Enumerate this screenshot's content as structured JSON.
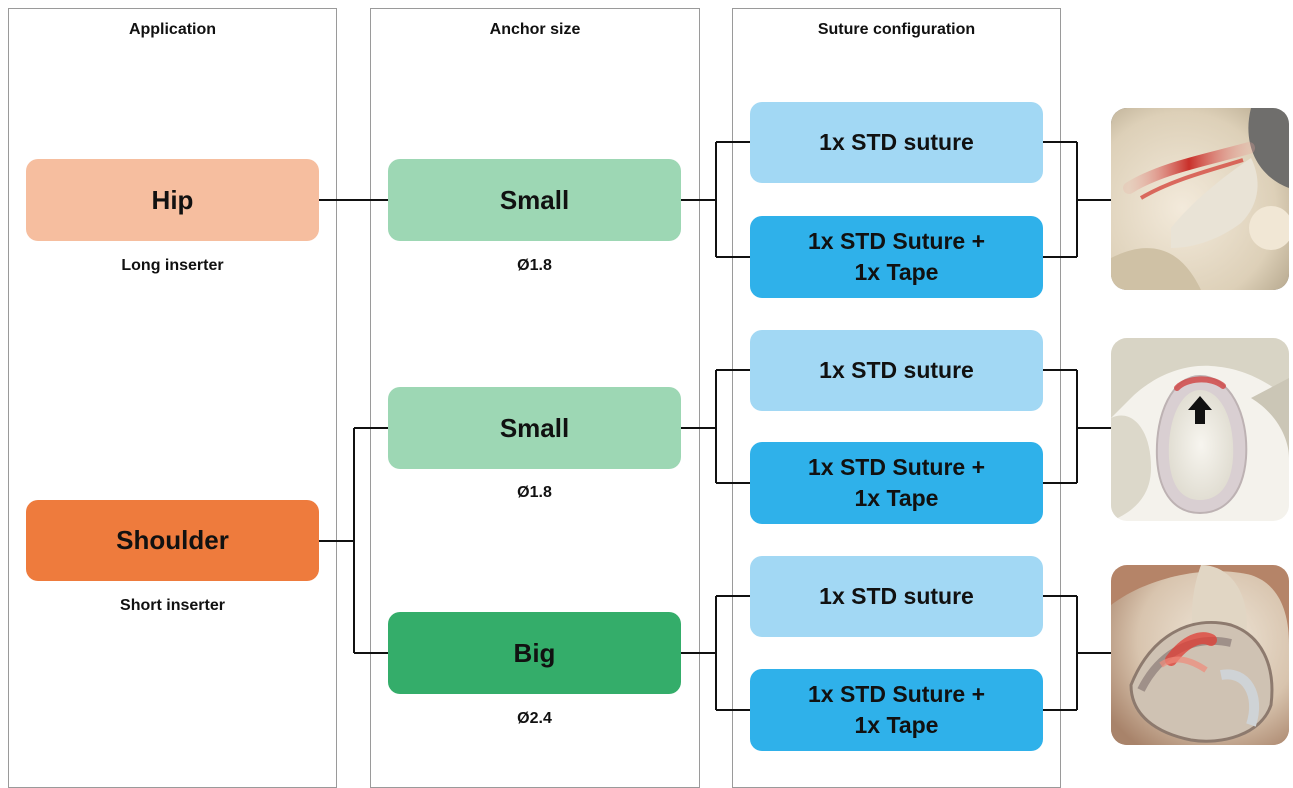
{
  "columns": {
    "application": "Application",
    "anchor_size": "Anchor size",
    "suture_configuration": "Suture configuration"
  },
  "applications": [
    {
      "label": "Hip",
      "inserter": "Long inserter",
      "color": "#f6be9f"
    },
    {
      "label": "Shoulder",
      "inserter": "Short inserter",
      "color": "#ee7b3d"
    }
  ],
  "anchors": [
    {
      "label": "Small",
      "diameter": "Ø1.8",
      "color": "#9dd7b4"
    },
    {
      "label": "Small",
      "diameter": "Ø1.8",
      "color": "#9dd7b4"
    },
    {
      "label": "Big",
      "diameter": "Ø2.4",
      "color": "#34ad6a"
    }
  ],
  "sutures": [
    {
      "line1": "1x STD suture",
      "line2": "",
      "color": "#a2d8f4"
    },
    {
      "line1": "1x STD Suture +",
      "line2": "1x Tape",
      "color": "#2fb1ea"
    },
    {
      "line1": "1x STD suture",
      "line2": "",
      "color": "#a2d8f4"
    },
    {
      "line1": "1x STD Suture +",
      "line2": "1x Tape",
      "color": "#2fb1ea"
    },
    {
      "line1": "1x STD suture",
      "line2": "",
      "color": "#a2d8f4"
    },
    {
      "line1": "1x STD Suture +",
      "line2": "1x Tape",
      "color": "#2fb1ea"
    }
  ],
  "illustrations": [
    "hip-joint-illustration",
    "glenoid-illustration",
    "shoulder-labrum-illustration"
  ],
  "line_color": "#111111"
}
